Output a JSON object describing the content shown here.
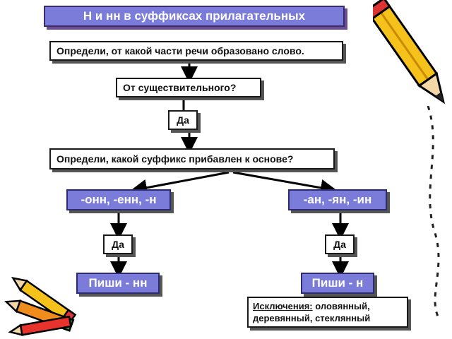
{
  "title": "Н и нн в суффиксах прилагательных",
  "step1": "Определи, от какой части речи образовано слово.",
  "step2": "От существительного?",
  "yes_top": "Да",
  "step3": "Определи, какой суффикс прибавлен к основе?",
  "suffix_left": "-онн, -енн, -н",
  "suffix_right": "-ан, -ян, -ин",
  "yes_left": "Да",
  "yes_right": "Да",
  "write_left": "Пиши - нн",
  "write_right": "Пиши - н",
  "exceptions": {
    "label": "Исключения:",
    "line1_rest": "оловянный,",
    "line2": "деревянный, стеклянный"
  },
  "colors": {
    "accent_fill": "#7b7bd9",
    "border": "#1a1a1a",
    "shadow": "#555555"
  },
  "icons": [
    "pencil-icon",
    "pencils-icon"
  ]
}
